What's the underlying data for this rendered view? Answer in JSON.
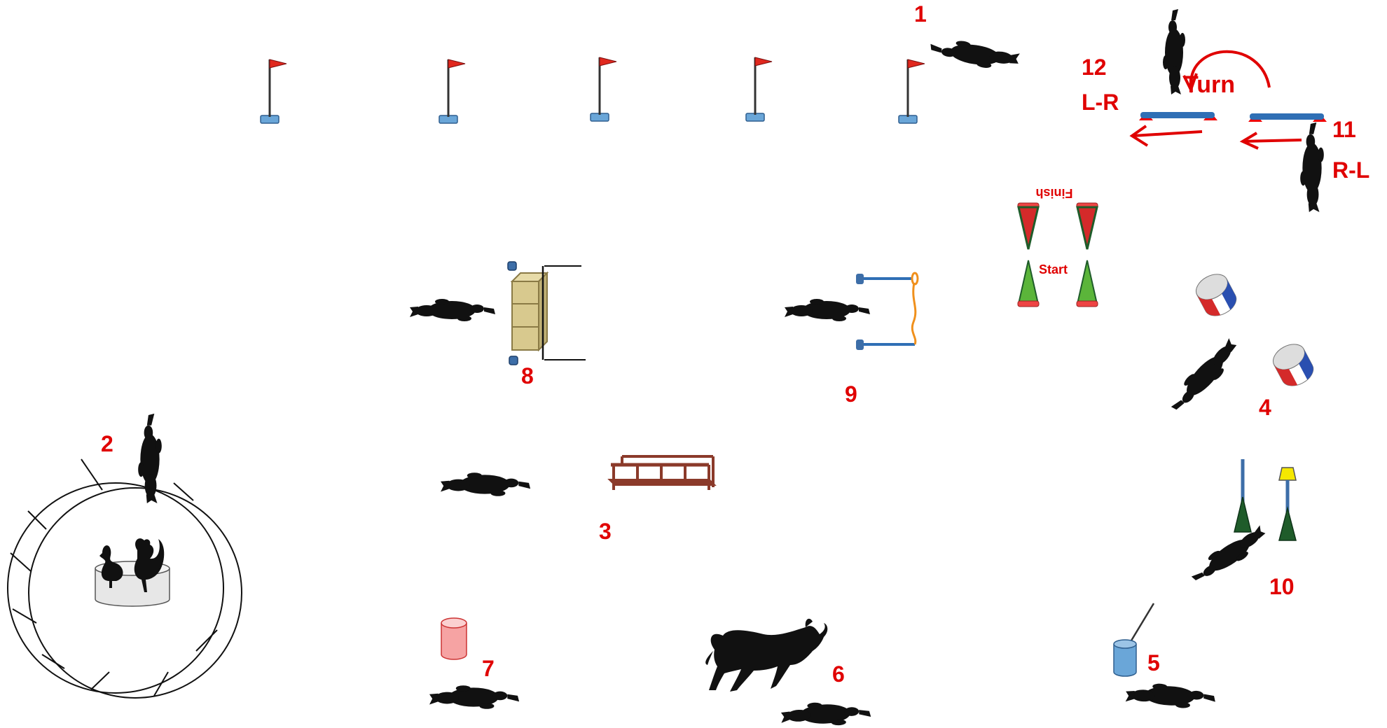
{
  "obstacles": {
    "n1": "1",
    "n2": "2",
    "n3": "3",
    "n4": "4",
    "n5": "5",
    "n6": "6",
    "n7": "7",
    "n8": "8",
    "n9": "9",
    "n10": "10",
    "n11": "11",
    "n12": "12"
  },
  "labels": {
    "l_r": "L-R",
    "r_l": "R-L",
    "turn": "Turn",
    "start": "Start",
    "finish": "Finish"
  },
  "colors": {
    "label_red": "#e00000",
    "pole_blue": "#2f6fb5",
    "flag_red": "#e0281e",
    "cone_green": "#5bb53a",
    "cone_dark_green": "#1f5c2a",
    "bridge_brown": "#8b3a2a",
    "hay_tan": "#d8c98e",
    "horse_black": "#111111"
  }
}
